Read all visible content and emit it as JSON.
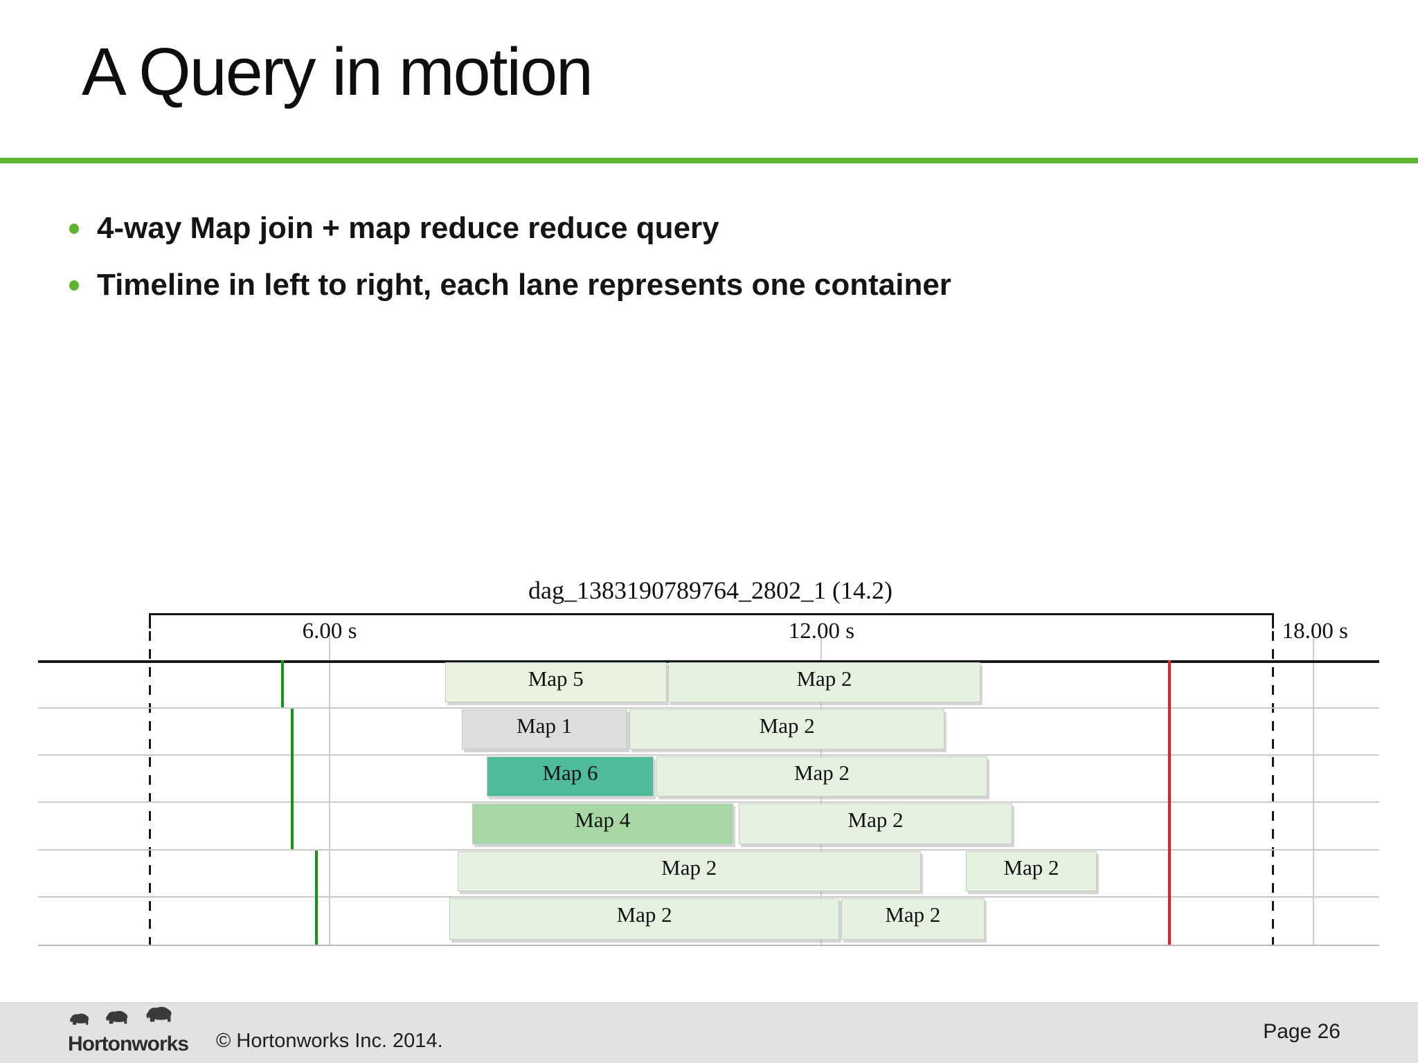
{
  "slide": {
    "title": "A Query in motion",
    "bullets": [
      "4-way Map join + map reduce reduce query",
      "Timeline in left to right, each lane represents one container"
    ]
  },
  "colors": {
    "accent_green": "#5eb32f",
    "marker_green": "#149314",
    "marker_red": "#ee1b1b",
    "grid_gray": "#cccccc",
    "axis_black": "#1a1a1a",
    "window_dash_black": "#161616",
    "footer_band_gray": "#e2e2e2"
  },
  "chart_data": {
    "type": "gantt",
    "title": "dag_1383190789764_2802_1 (14.2)",
    "time_unit": "s",
    "axis_ticks": [
      {
        "t": 6.0,
        "label": "6.00 s",
        "align": "center"
      },
      {
        "t": 12.0,
        "label": "12.00 s",
        "align": "center"
      },
      {
        "t": 18.0,
        "label": "18.00 s",
        "align": "left"
      }
    ],
    "window": {
      "start_t": 3.8,
      "end_t": 17.5
    },
    "end_marker_t": 16.23,
    "container_start_markers": [
      {
        "t": 5.41,
        "lane_from": 0,
        "lane_to": 0
      },
      {
        "t": 5.53,
        "lane_from": 1,
        "lane_to": 3
      },
      {
        "t": 5.82,
        "lane_from": 4,
        "lane_to": 5
      }
    ],
    "task_colors": {
      "Map 5": "#e9f2dc",
      "Map 1": "#dcdedc",
      "Map 6": "#4ebc9b",
      "Map 4": "#a7d7a5",
      "Map 2": "#e4f2df"
    },
    "lanes": [
      {
        "bars": [
          {
            "label": "Map 5",
            "start": 7.41,
            "end": 10.11
          },
          {
            "label": "Map 2",
            "start": 10.13,
            "end": 13.94
          }
        ]
      },
      {
        "bars": [
          {
            "label": "Map 1",
            "start": 7.61,
            "end": 9.63
          },
          {
            "label": "Map 2",
            "start": 9.66,
            "end": 13.5
          }
        ]
      },
      {
        "bars": [
          {
            "label": "Map 6",
            "start": 7.92,
            "end": 9.95
          },
          {
            "label": "Map 2",
            "start": 9.99,
            "end": 14.02
          }
        ]
      },
      {
        "bars": [
          {
            "label": "Map 4",
            "start": 7.74,
            "end": 10.92
          },
          {
            "label": "Map 2",
            "start": 10.99,
            "end": 14.33
          }
        ]
      },
      {
        "bars": [
          {
            "label": "Map 2",
            "start": 7.56,
            "end": 13.21
          },
          {
            "label": "Map 2",
            "start": 13.76,
            "end": 15.36
          }
        ]
      },
      {
        "bars": [
          {
            "label": "Map 2",
            "start": 7.46,
            "end": 12.22
          },
          {
            "label": "Map 2",
            "start": 12.24,
            "end": 13.99
          }
        ]
      }
    ]
  },
  "footer": {
    "logo_text": "Hortonworks",
    "copyright": "© Hortonworks Inc. 2014.",
    "page_label": "Page 26"
  }
}
